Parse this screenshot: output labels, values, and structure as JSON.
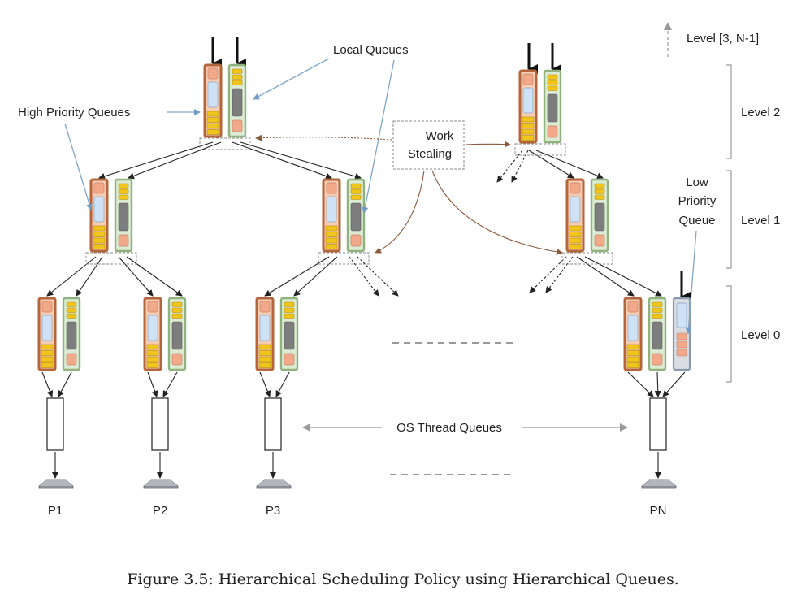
{
  "labels": {
    "local_queues": "Local Queues",
    "high_priority_queues": "High Priority Queues",
    "work_stealing_line1": "Work",
    "work_stealing_line2": "Stealing",
    "low_priority_line1": "Low",
    "low_priority_line2": "Priority",
    "low_priority_line3": "Queue",
    "os_thread_queues": "OS Thread Queues"
  },
  "levels": {
    "top": "Level [3, N-1]",
    "level2": "Level 2",
    "level1": "Level 1",
    "level0": "Level 0"
  },
  "processors": [
    "P1",
    "P2",
    "P3",
    "PN"
  ],
  "caption": "Figure 3.5: Hierarchical Scheduling Policy using Hierarchical Queues.",
  "colors": {
    "high_priority_border": "#b5653a",
    "high_priority_fill": "#f6ccb3",
    "local_border": "#8fb27e",
    "local_fill": "#dcebd3",
    "low_priority_border": "#8a9aaa",
    "low_priority_fill": "#d9dde2",
    "yellow_block": "#f2c51d",
    "salmon_block": "#f2a98a",
    "blue_block": "#cfe1f5",
    "gray_block": "#7d7d7d",
    "arrow": "#222222",
    "stealing_arrow": "#8b5a3c",
    "annotation_line": "#7ea6c9"
  }
}
